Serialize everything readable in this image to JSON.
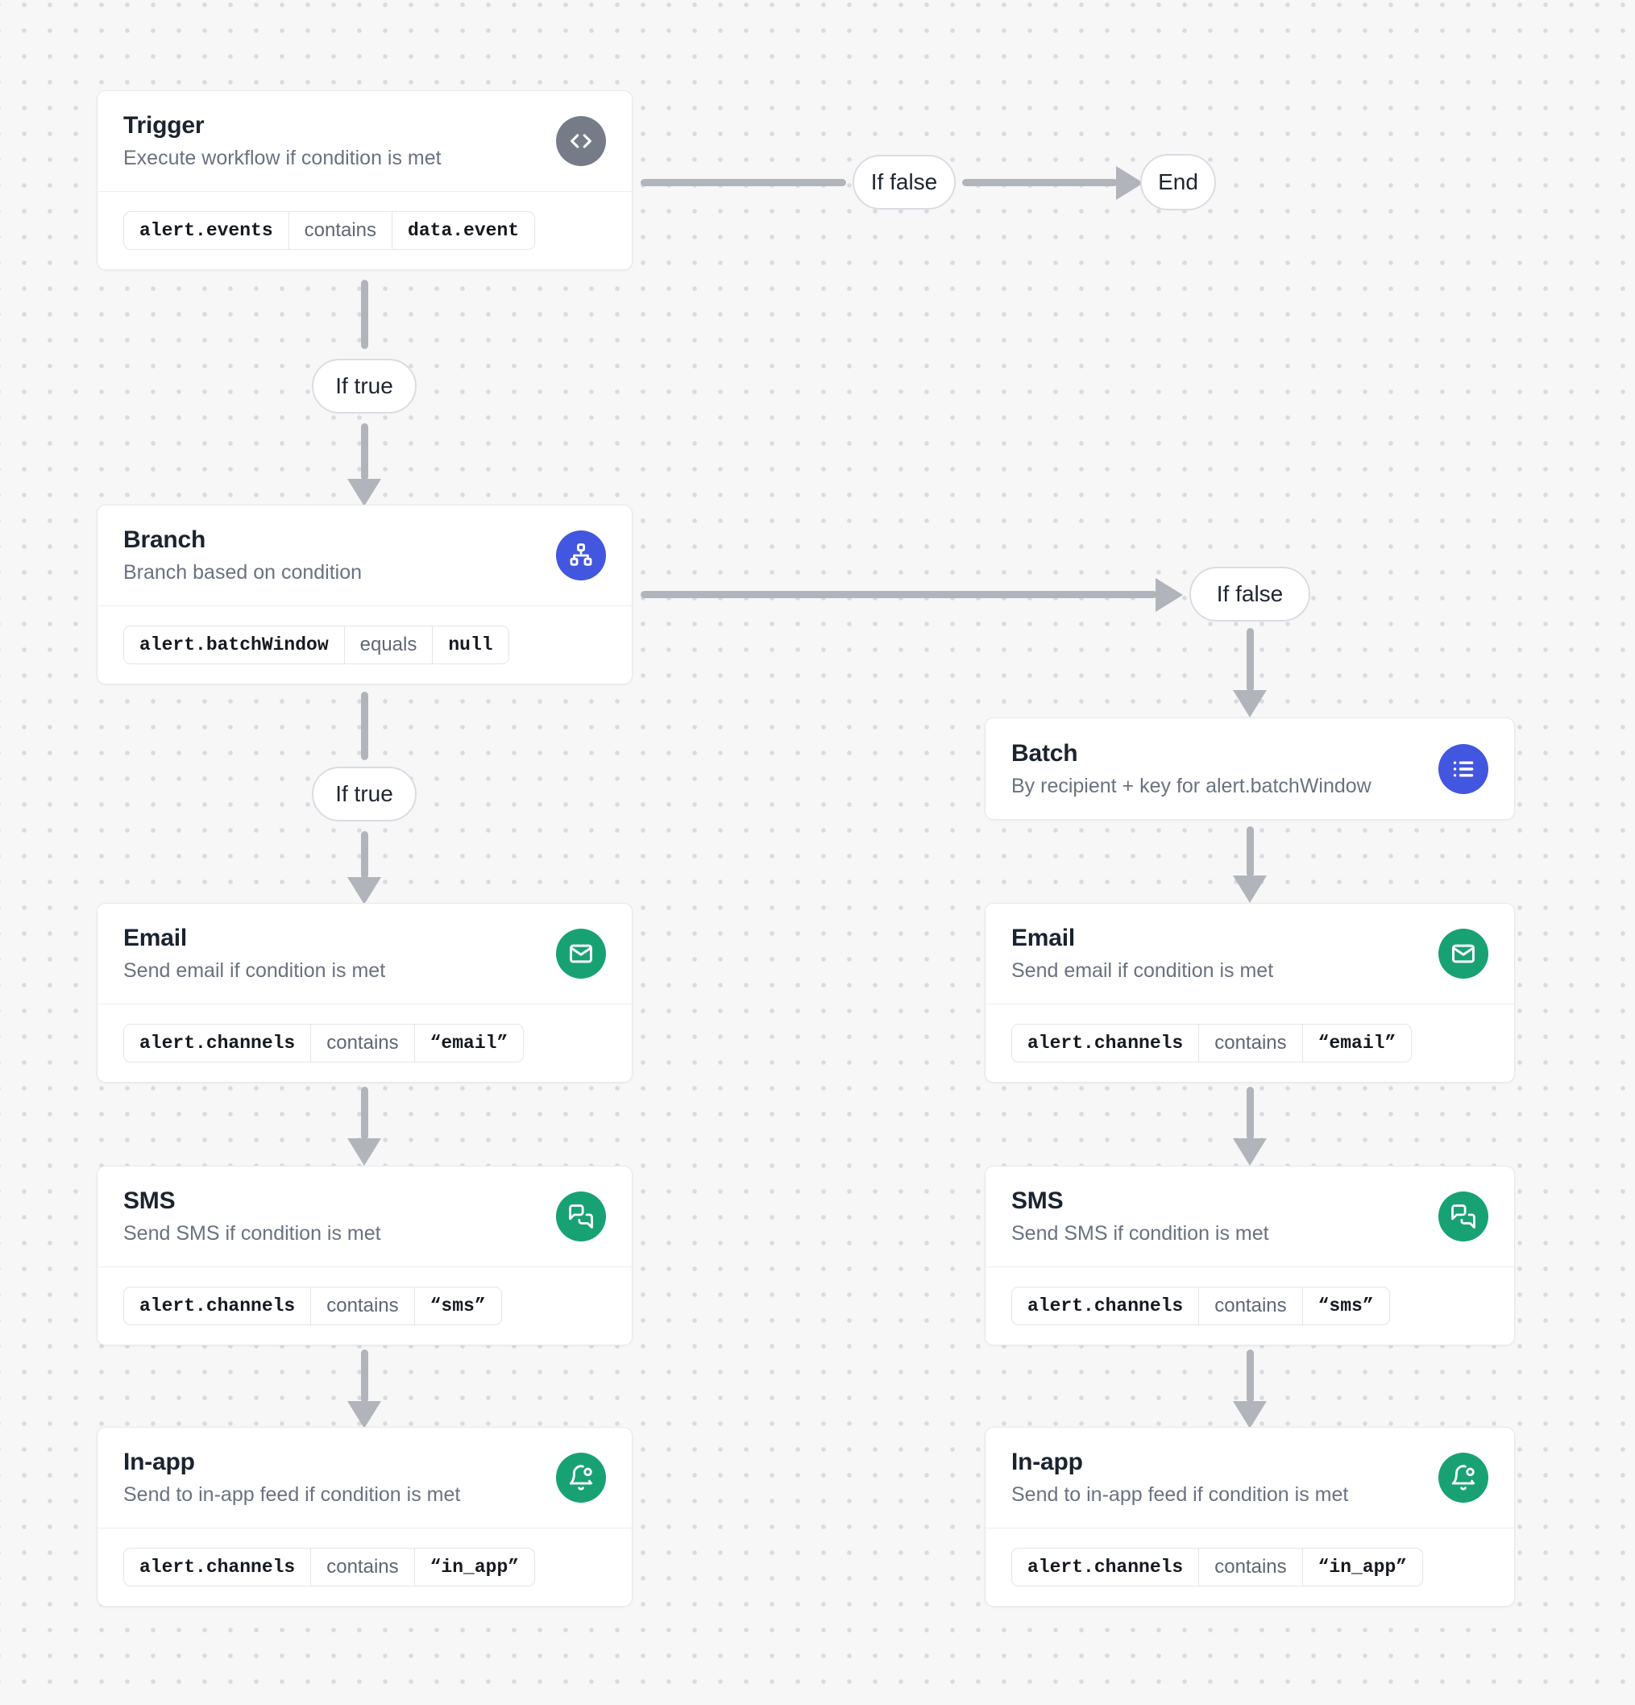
{
  "edge_labels": {
    "if_true": "If true",
    "if_false": "If false",
    "end": "End"
  },
  "nodes": {
    "trigger": {
      "title": "Trigger",
      "subtitle": "Execute workflow if condition is met",
      "icon": "code-icon",
      "condition": {
        "field": "alert.events",
        "operator": "contains",
        "value": "data.event"
      }
    },
    "branch": {
      "title": "Branch",
      "subtitle": "Branch based on condition",
      "icon": "hierarchy-icon",
      "condition": {
        "field": "alert.batchWindow",
        "operator": "equals",
        "value": "null"
      }
    },
    "batch": {
      "title": "Batch",
      "subtitle": "By recipient + key for alert.batchWindow",
      "icon": "list-icon"
    },
    "email": {
      "title": "Email",
      "subtitle": "Send email if condition is met",
      "icon": "mail-icon",
      "condition": {
        "field": "alert.channels",
        "operator": "contains",
        "value": "“email”"
      }
    },
    "sms": {
      "title": "SMS",
      "subtitle": "Send SMS if condition is met",
      "icon": "chat-bubbles-icon",
      "condition": {
        "field": "alert.channels",
        "operator": "contains",
        "value": "“sms”"
      }
    },
    "inapp": {
      "title": "In-app",
      "subtitle": "Send to in-app feed if condition is met",
      "icon": "bell-badge-icon",
      "condition": {
        "field": "alert.channels",
        "operator": "contains",
        "value": "“in_app”"
      }
    }
  },
  "colors": {
    "accent_blue": "#4356df",
    "accent_green": "#18a274",
    "icon_gray": "#767c87",
    "arrow_gray": "#b1b5bb",
    "background": "#f7f7f8"
  }
}
